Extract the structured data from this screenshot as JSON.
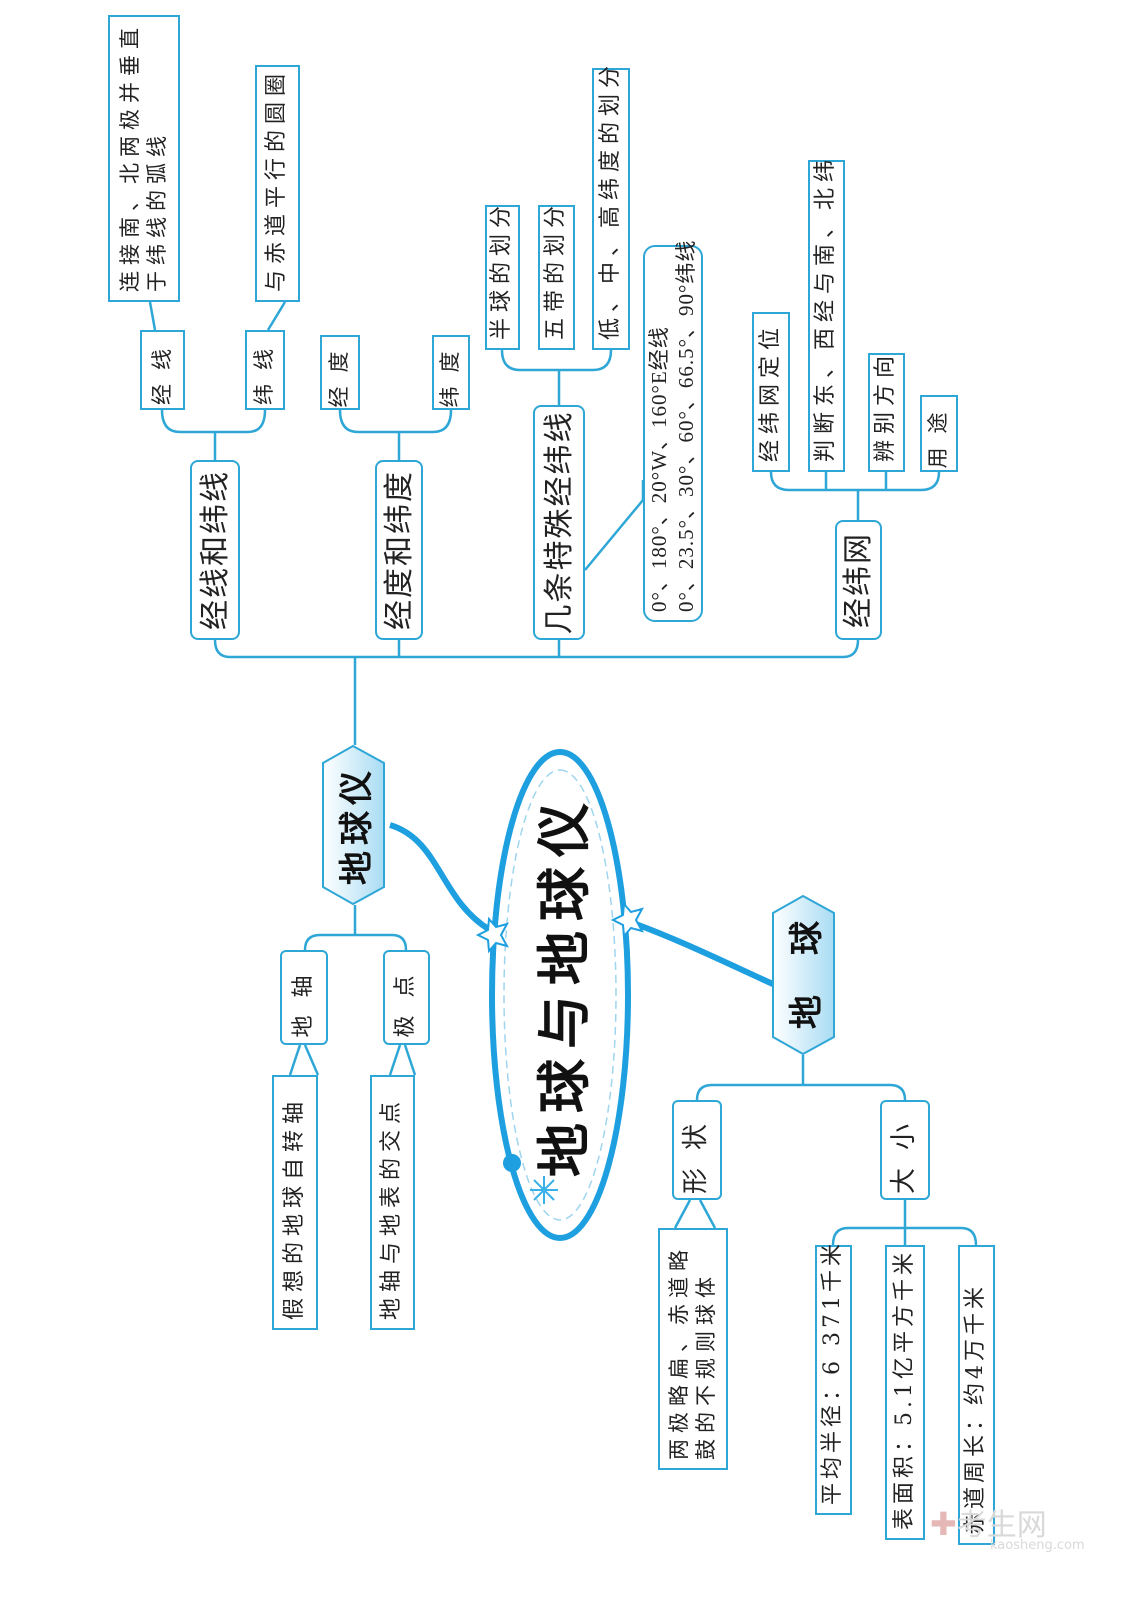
{
  "title": "地球与地球仪",
  "colors": {
    "line": "#2ea7d6",
    "hex_fill": "#d6effa"
  },
  "globe_model": {
    "label": "地球仪",
    "branches": [
      {
        "label": "经线和纬线",
        "children": [
          {
            "label": "经线",
            "note_lines": [
              "连接南、北两极并垂直",
              "于纬线的弧线"
            ]
          },
          {
            "label": "纬线",
            "note_lines": [
              "与赤道平行的圆圈"
            ]
          }
        ]
      },
      {
        "label": "经度和纬度",
        "children": [
          {
            "label": "经度"
          },
          {
            "label": "纬度"
          }
        ]
      },
      {
        "label": "几条特殊经纬线",
        "children": [
          {
            "label": "半球的划分"
          },
          {
            "label": "五带的划分"
          },
          {
            "label": "低、中、高纬度的划分"
          }
        ],
        "note_lines": [
          "0°、180°、20°W、160°E经线",
          "0°、23.5°、30°、60°、66.5°、90°纬线"
        ]
      },
      {
        "label": "经纬网",
        "children": [
          {
            "label": "经纬网定位"
          },
          {
            "label": "判断东、西经与南、北纬"
          },
          {
            "label": "辨别方向"
          },
          {
            "label": "用途"
          }
        ]
      }
    ],
    "parts": [
      {
        "label": "地轴",
        "note": "假想的地球自转轴"
      },
      {
        "label": "极点",
        "note": "地轴与地表的交点"
      }
    ]
  },
  "earth": {
    "label": "地球",
    "shape": {
      "label": "形状",
      "note_lines": [
        "两极略扁、赤道略",
        "鼓的不规则球体"
      ]
    },
    "size": {
      "label": "大小",
      "items": [
        "平均半径：6 371千米",
        "表面积：5.1亿平方千米",
        "赤道周长：约4万千米"
      ]
    }
  },
  "watermark": {
    "brand": "考生网",
    "url": "kaosheng.com"
  }
}
